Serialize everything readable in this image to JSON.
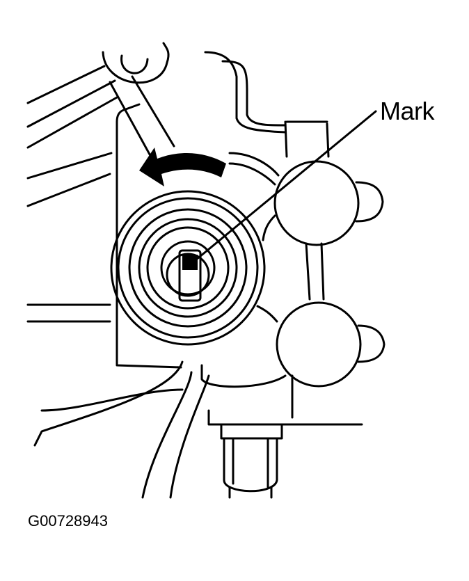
{
  "diagram": {
    "callout_label": "Mark",
    "figure_id": "G00728943",
    "rotation_arrow": "counterclockwise-arrow",
    "colors": {
      "ink": "#000000",
      "paper": "#ffffff"
    }
  }
}
